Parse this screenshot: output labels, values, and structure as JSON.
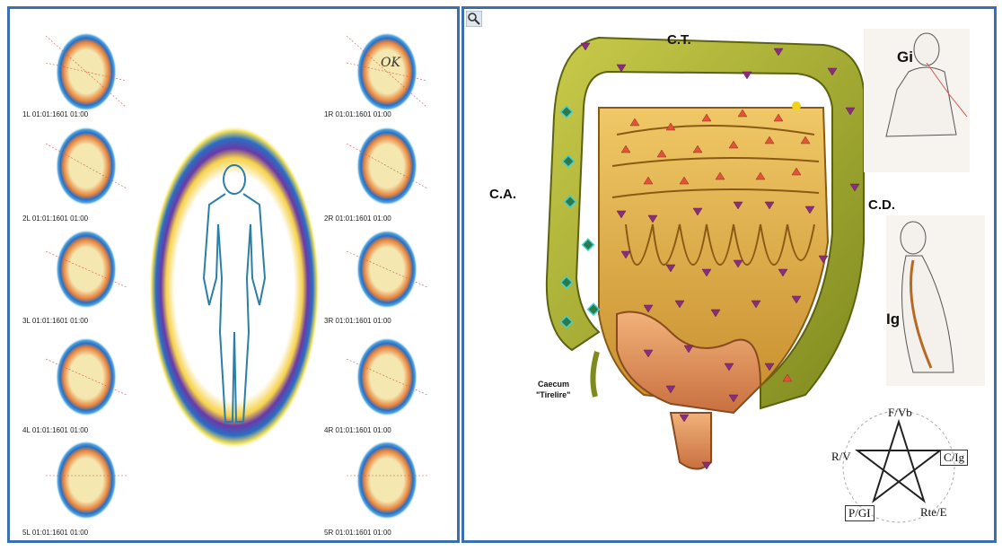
{
  "left_panel": {
    "left_captures": [
      "1L  01:01:1601  01:00",
      "2L  01:01:1601  01:00",
      "3L  01:01:1601  01:00",
      "4L  01:01:1601  01:00",
      "5L  01:01:1601  01:00"
    ],
    "right_captures": [
      "1R  01:01:1601  01:00",
      "2R  01:01:1601  01:00",
      "3R  01:01:1601  01:00",
      "4R  01:01:1601  01:00",
      "5R  01:01:1601  01:00"
    ],
    "handwritten_note": "OK"
  },
  "right_panel": {
    "labels": {
      "ct": "C.T.",
      "ca": "C.A.",
      "cd": "C.D.",
      "caecum_line1": "Caecum",
      "caecum_line2": "\"Tirelire\"",
      "gi": "Gi",
      "ig": "Ig"
    },
    "cycle": {
      "top": "F/Vb",
      "right": "C/Ig",
      "bottom_right": "Rte/E",
      "bottom_left": "P/GI",
      "left": "R/V"
    },
    "zoom_icon": "magnifier-icon"
  },
  "colors": {
    "frame": "#3a6fb0",
    "colon": "#a8ad2c",
    "small_intestine": "#d9a441",
    "marker": "#8b2e7a"
  }
}
